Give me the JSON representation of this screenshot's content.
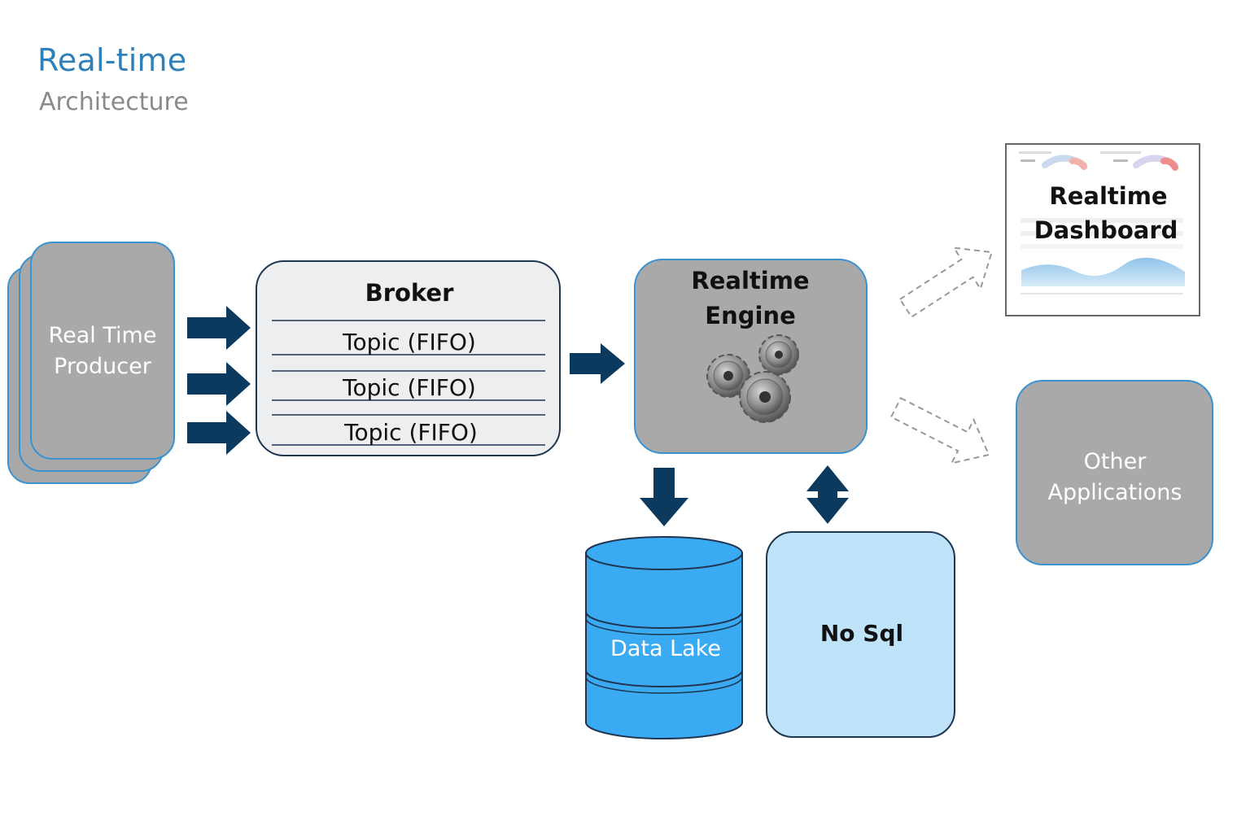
{
  "header": {
    "title": "Real-time",
    "subtitle": "Architecture"
  },
  "producer": {
    "line1": "Real Time",
    "line2": "Producer"
  },
  "broker": {
    "title": "Broker",
    "topics": [
      "Topic (FIFO)",
      "Topic (FIFO)",
      "Topic (FIFO)"
    ]
  },
  "engine": {
    "line1": "Realtime",
    "line2": "Engine",
    "icon": "gears-icon"
  },
  "dashboard": {
    "line1": "Realtime",
    "line2": "Dashboard",
    "icon": "dashboard-thumbnail"
  },
  "other_apps": {
    "line1": "Other",
    "line2": "Applications"
  },
  "data_lake": {
    "label": "Data Lake",
    "icon": "database-cylinder-icon"
  },
  "nosql": {
    "label": "No Sql"
  },
  "colors": {
    "arrow": "#0b3a5e",
    "title": "#2f7fb8",
    "gray_box": "#a9a9a9",
    "box_border": "#3a92cf",
    "data_lake": "#3aabf2",
    "nosql": "#bfe3f8",
    "broker_fill": "#eceeef"
  }
}
